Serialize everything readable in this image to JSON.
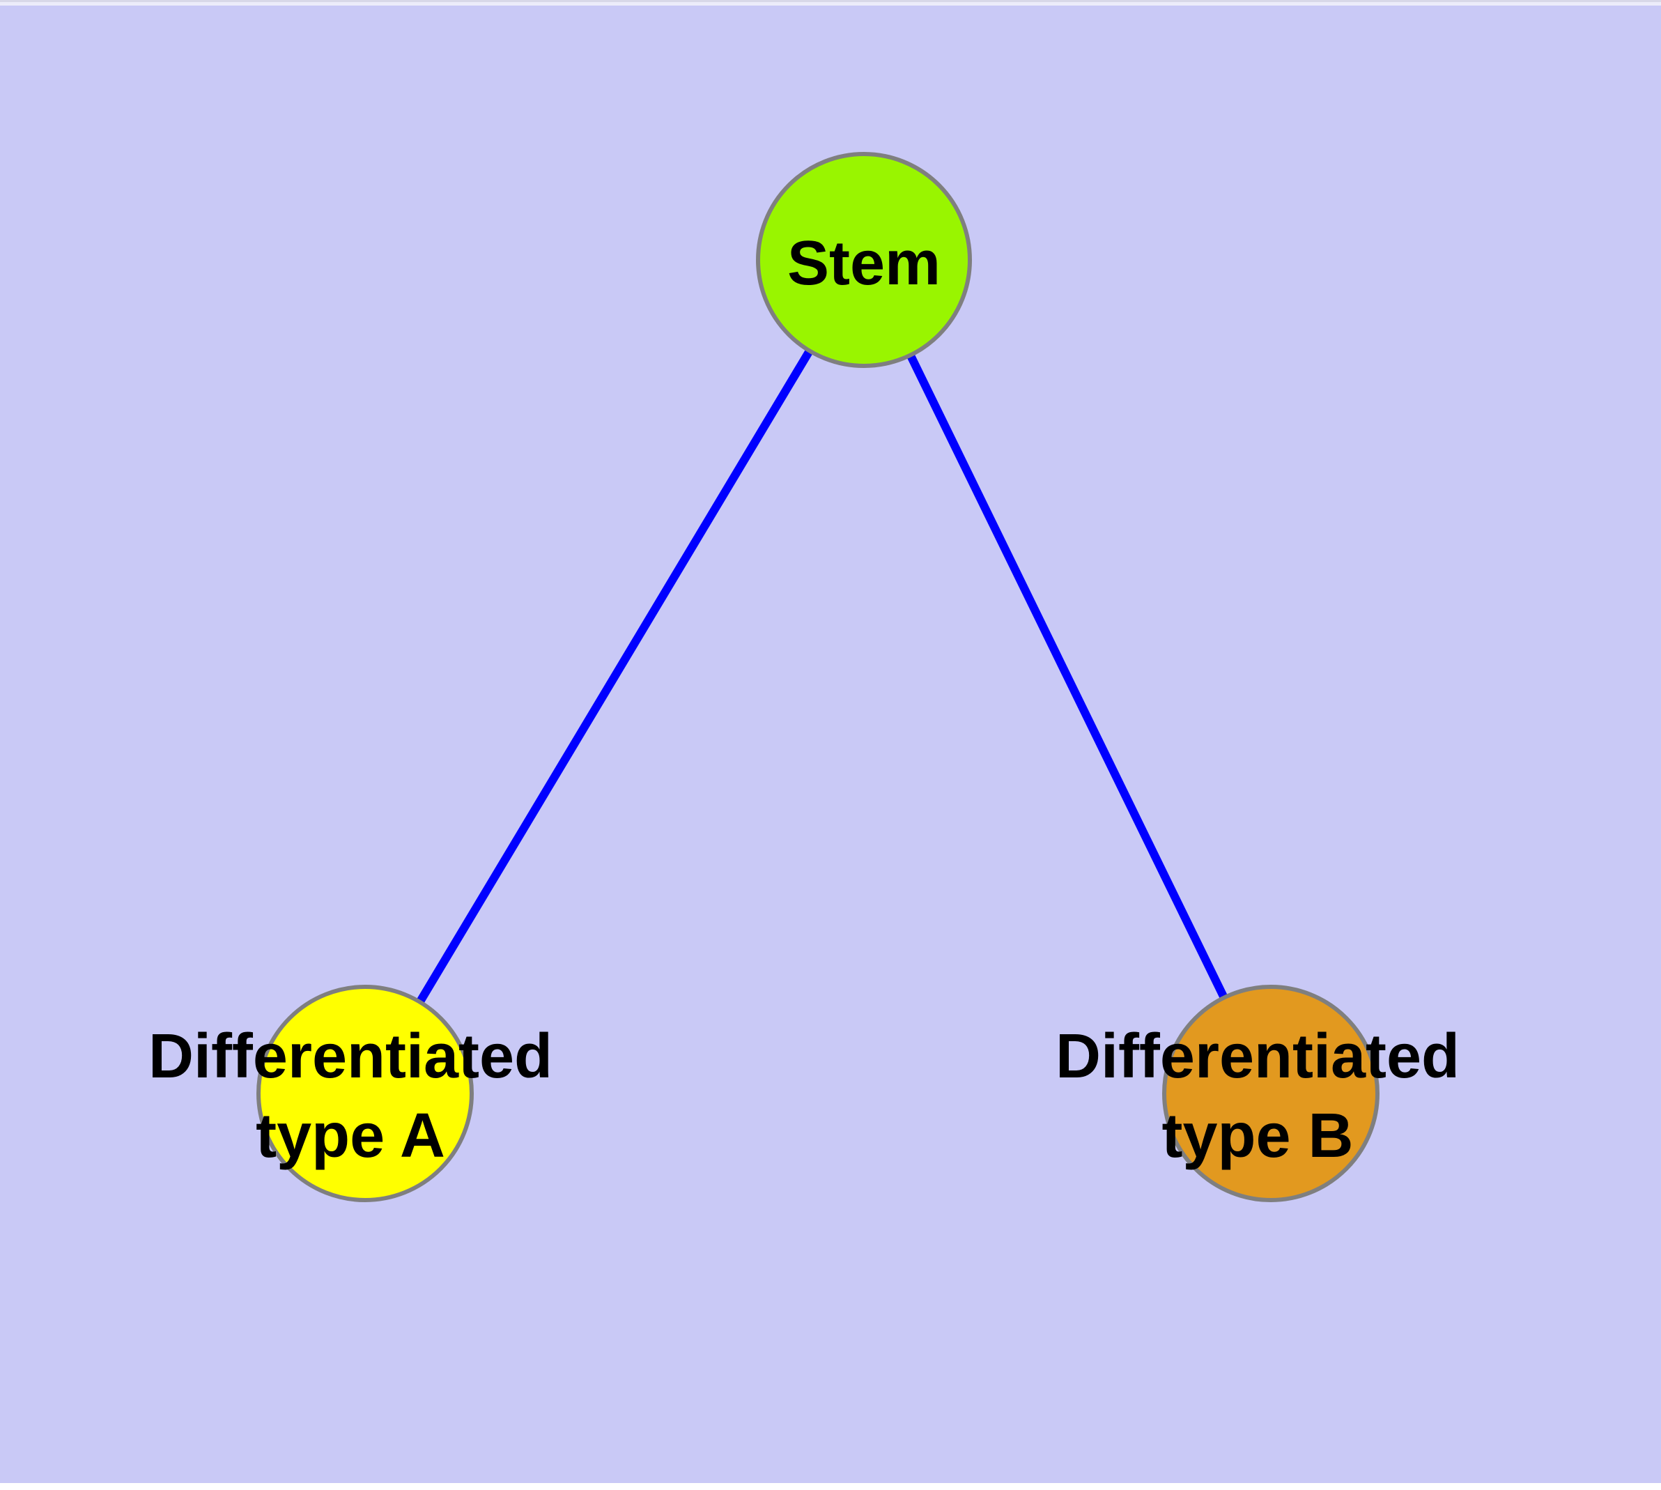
{
  "diagram": {
    "background_color": "#C9C9F6",
    "edge_color": "#0000FF",
    "node_border_color": "#7F7F7F",
    "text_color": "#000000",
    "nodes": {
      "stem": {
        "label": "Stem",
        "fill": "#99F500"
      },
      "type_a": {
        "label_line1": "Differentiated",
        "label_line2": "type A",
        "fill": "#FFFF00"
      },
      "type_b": {
        "label_line1": "Differentiated",
        "label_line2": "type B",
        "fill": "#E2991F"
      }
    },
    "edges": [
      {
        "from": "Stem",
        "to": "Differentiated type A"
      },
      {
        "from": "Stem",
        "to": "Differentiated type B"
      }
    ]
  }
}
